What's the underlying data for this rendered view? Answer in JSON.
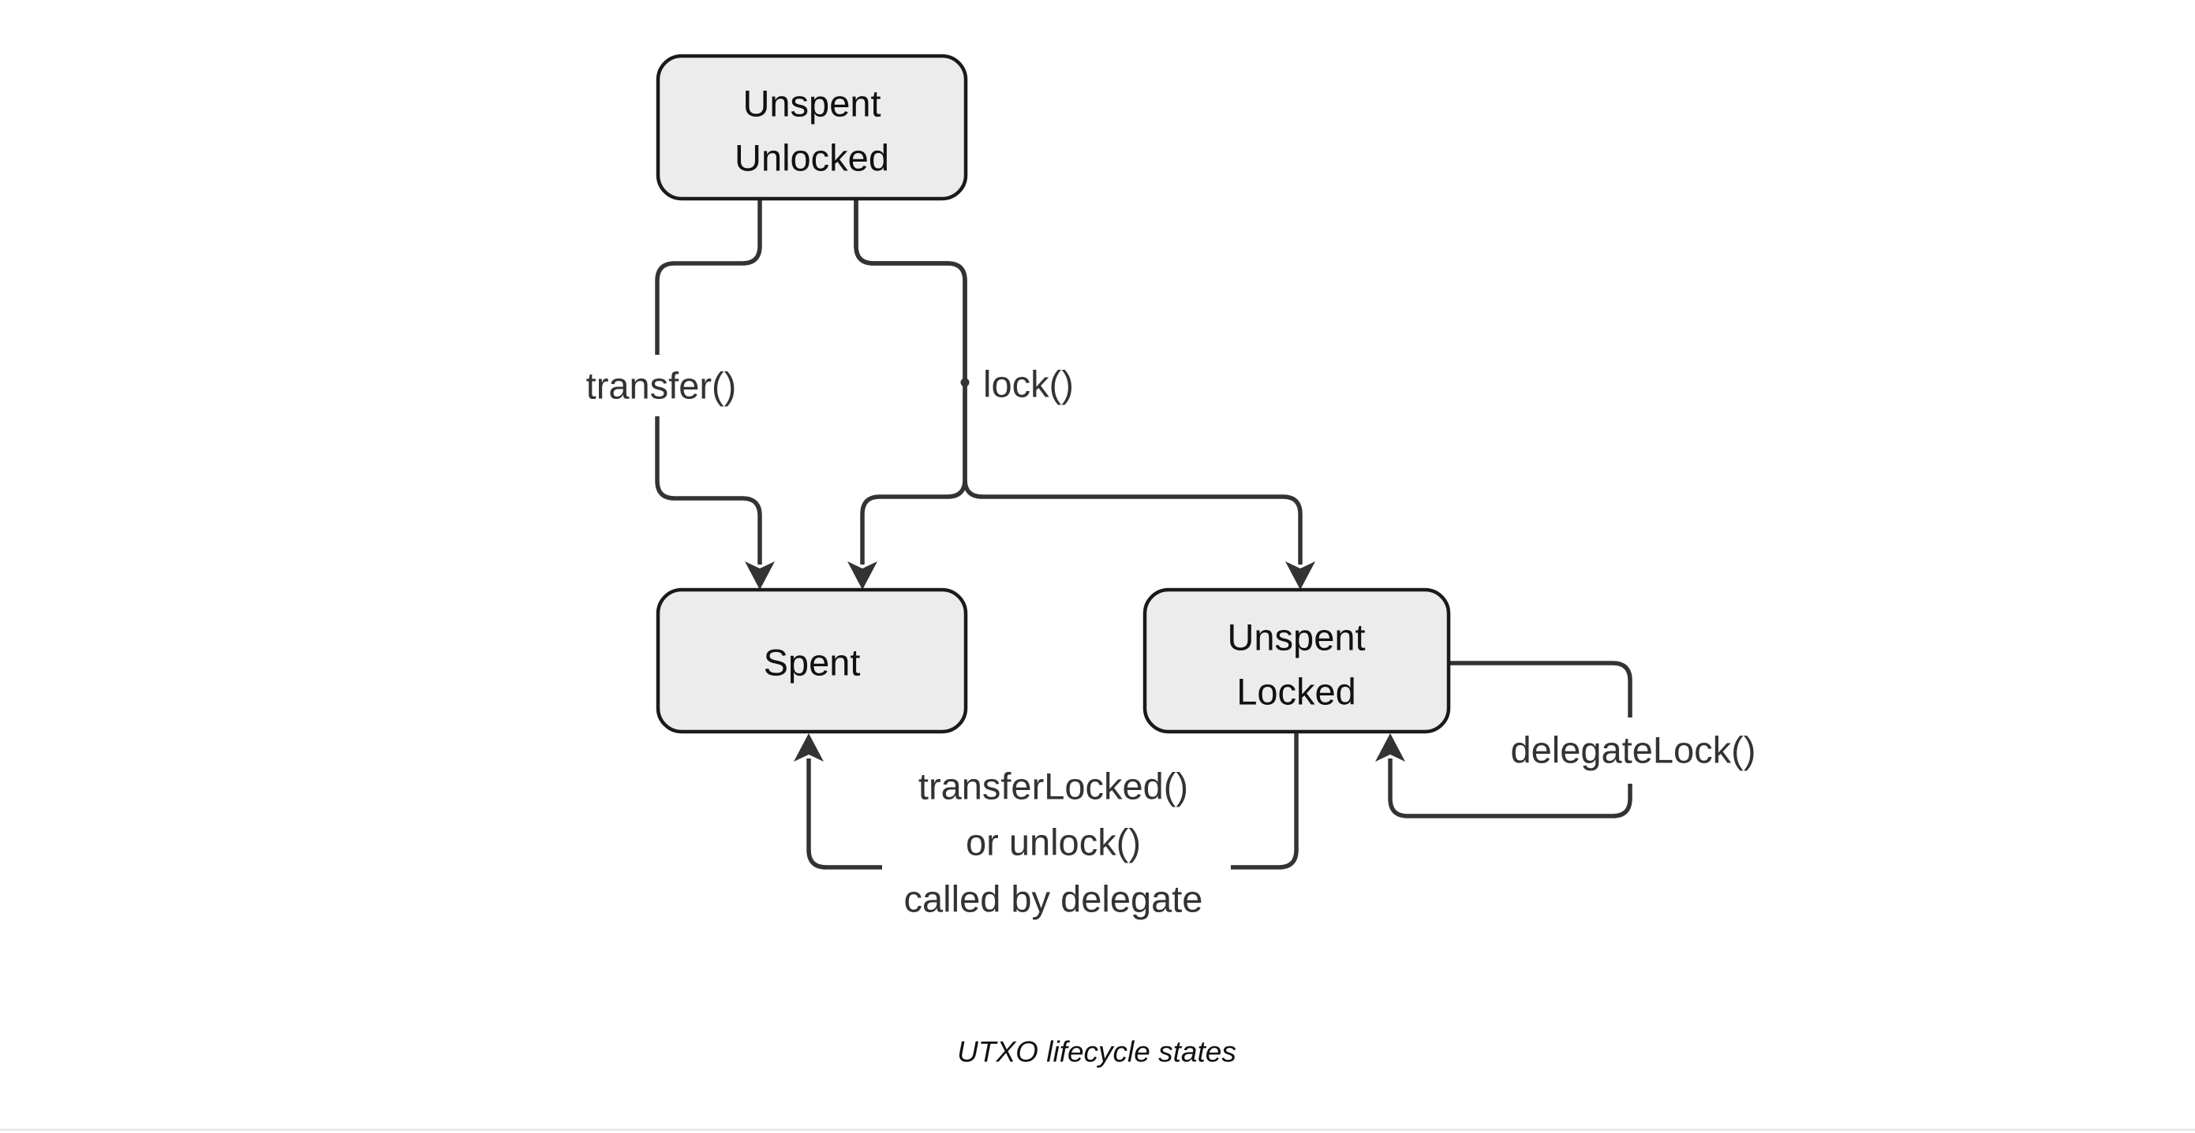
{
  "diagram": {
    "caption": "UTXO lifecycle states",
    "nodes": {
      "unspent_unlocked": {
        "line1": "Unspent",
        "line2": "Unlocked"
      },
      "spent": {
        "line1": "Spent"
      },
      "unspent_locked": {
        "line1": "Unspent",
        "line2": "Locked"
      }
    },
    "edge_labels": {
      "transfer": "transfer()",
      "lock": "lock()",
      "transfer_locked_line1": "transferLocked()",
      "transfer_locked_line2": "or unlock()",
      "transfer_locked_line3": "called by delegate",
      "delegate_lock": "delegateLock()"
    },
    "edges": [
      {
        "from": "Unspent Unlocked",
        "to": "Spent",
        "label": "transfer()"
      },
      {
        "from": "Unspent Unlocked",
        "to": "Unspent Locked",
        "label": "lock()"
      },
      {
        "from": "Unspent Unlocked",
        "to": "Spent",
        "label": ""
      },
      {
        "from": "Unspent Locked",
        "to": "Spent",
        "label": "transferLocked() or unlock() called by delegate"
      },
      {
        "from": "Unspent Locked",
        "to": "Unspent Locked",
        "label": "delegateLock()"
      }
    ],
    "colors": {
      "node_fill": "#ececec",
      "node_border": "#1a1a1a",
      "edge_stroke": "#333333",
      "label_text": "#333333",
      "node_text": "#111111",
      "caption_text": "#111111",
      "background": "#ffffff",
      "bottom_rule": "#e9e9e9"
    }
  }
}
